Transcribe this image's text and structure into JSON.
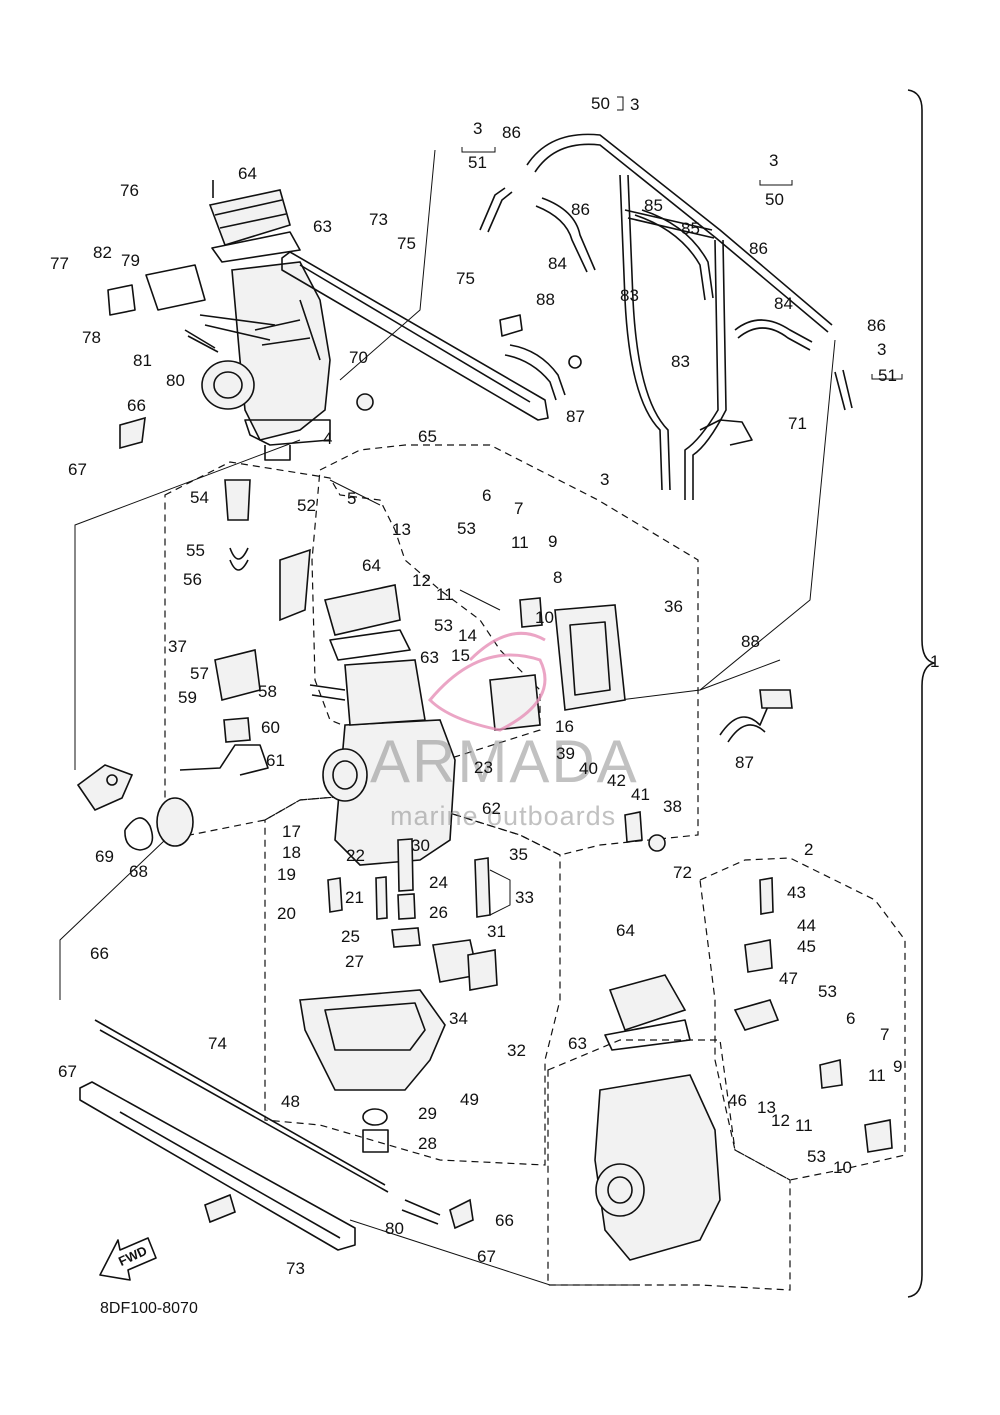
{
  "diagram_code": "8DF100-8070",
  "watermark": {
    "brand": "ARMADA",
    "tagline": "marine outboards"
  },
  "fwd_label": "FWD",
  "assembly_total_label": "1",
  "callouts": [
    "1",
    "2",
    "3",
    "4",
    "5",
    "6",
    "7",
    "8",
    "9",
    "10",
    "11",
    "12",
    "13",
    "14",
    "15",
    "16",
    "17",
    "18",
    "19",
    "20",
    "21",
    "22",
    "23",
    "24",
    "25",
    "26",
    "27",
    "28",
    "29",
    "30",
    "31",
    "32",
    "33",
    "34",
    "35",
    "36",
    "37",
    "38",
    "39",
    "40",
    "41",
    "42",
    "43",
    "44",
    "45",
    "46",
    "47",
    "48",
    "49",
    "50",
    "51",
    "52",
    "53",
    "54",
    "55",
    "56",
    "57",
    "58",
    "59",
    "60",
    "61",
    "62",
    "63",
    "64",
    "65",
    "66",
    "67",
    "68",
    "69",
    "70",
    "71",
    "72",
    "73",
    "74",
    "75",
    "76",
    "77",
    "78",
    "79",
    "80",
    "81",
    "82",
    "83",
    "84",
    "85",
    "86",
    "87",
    "88"
  ],
  "accent_colors": {
    "line": "#111111",
    "watermark": "#8f8f8f",
    "logo_pink": "#e68fb6"
  }
}
